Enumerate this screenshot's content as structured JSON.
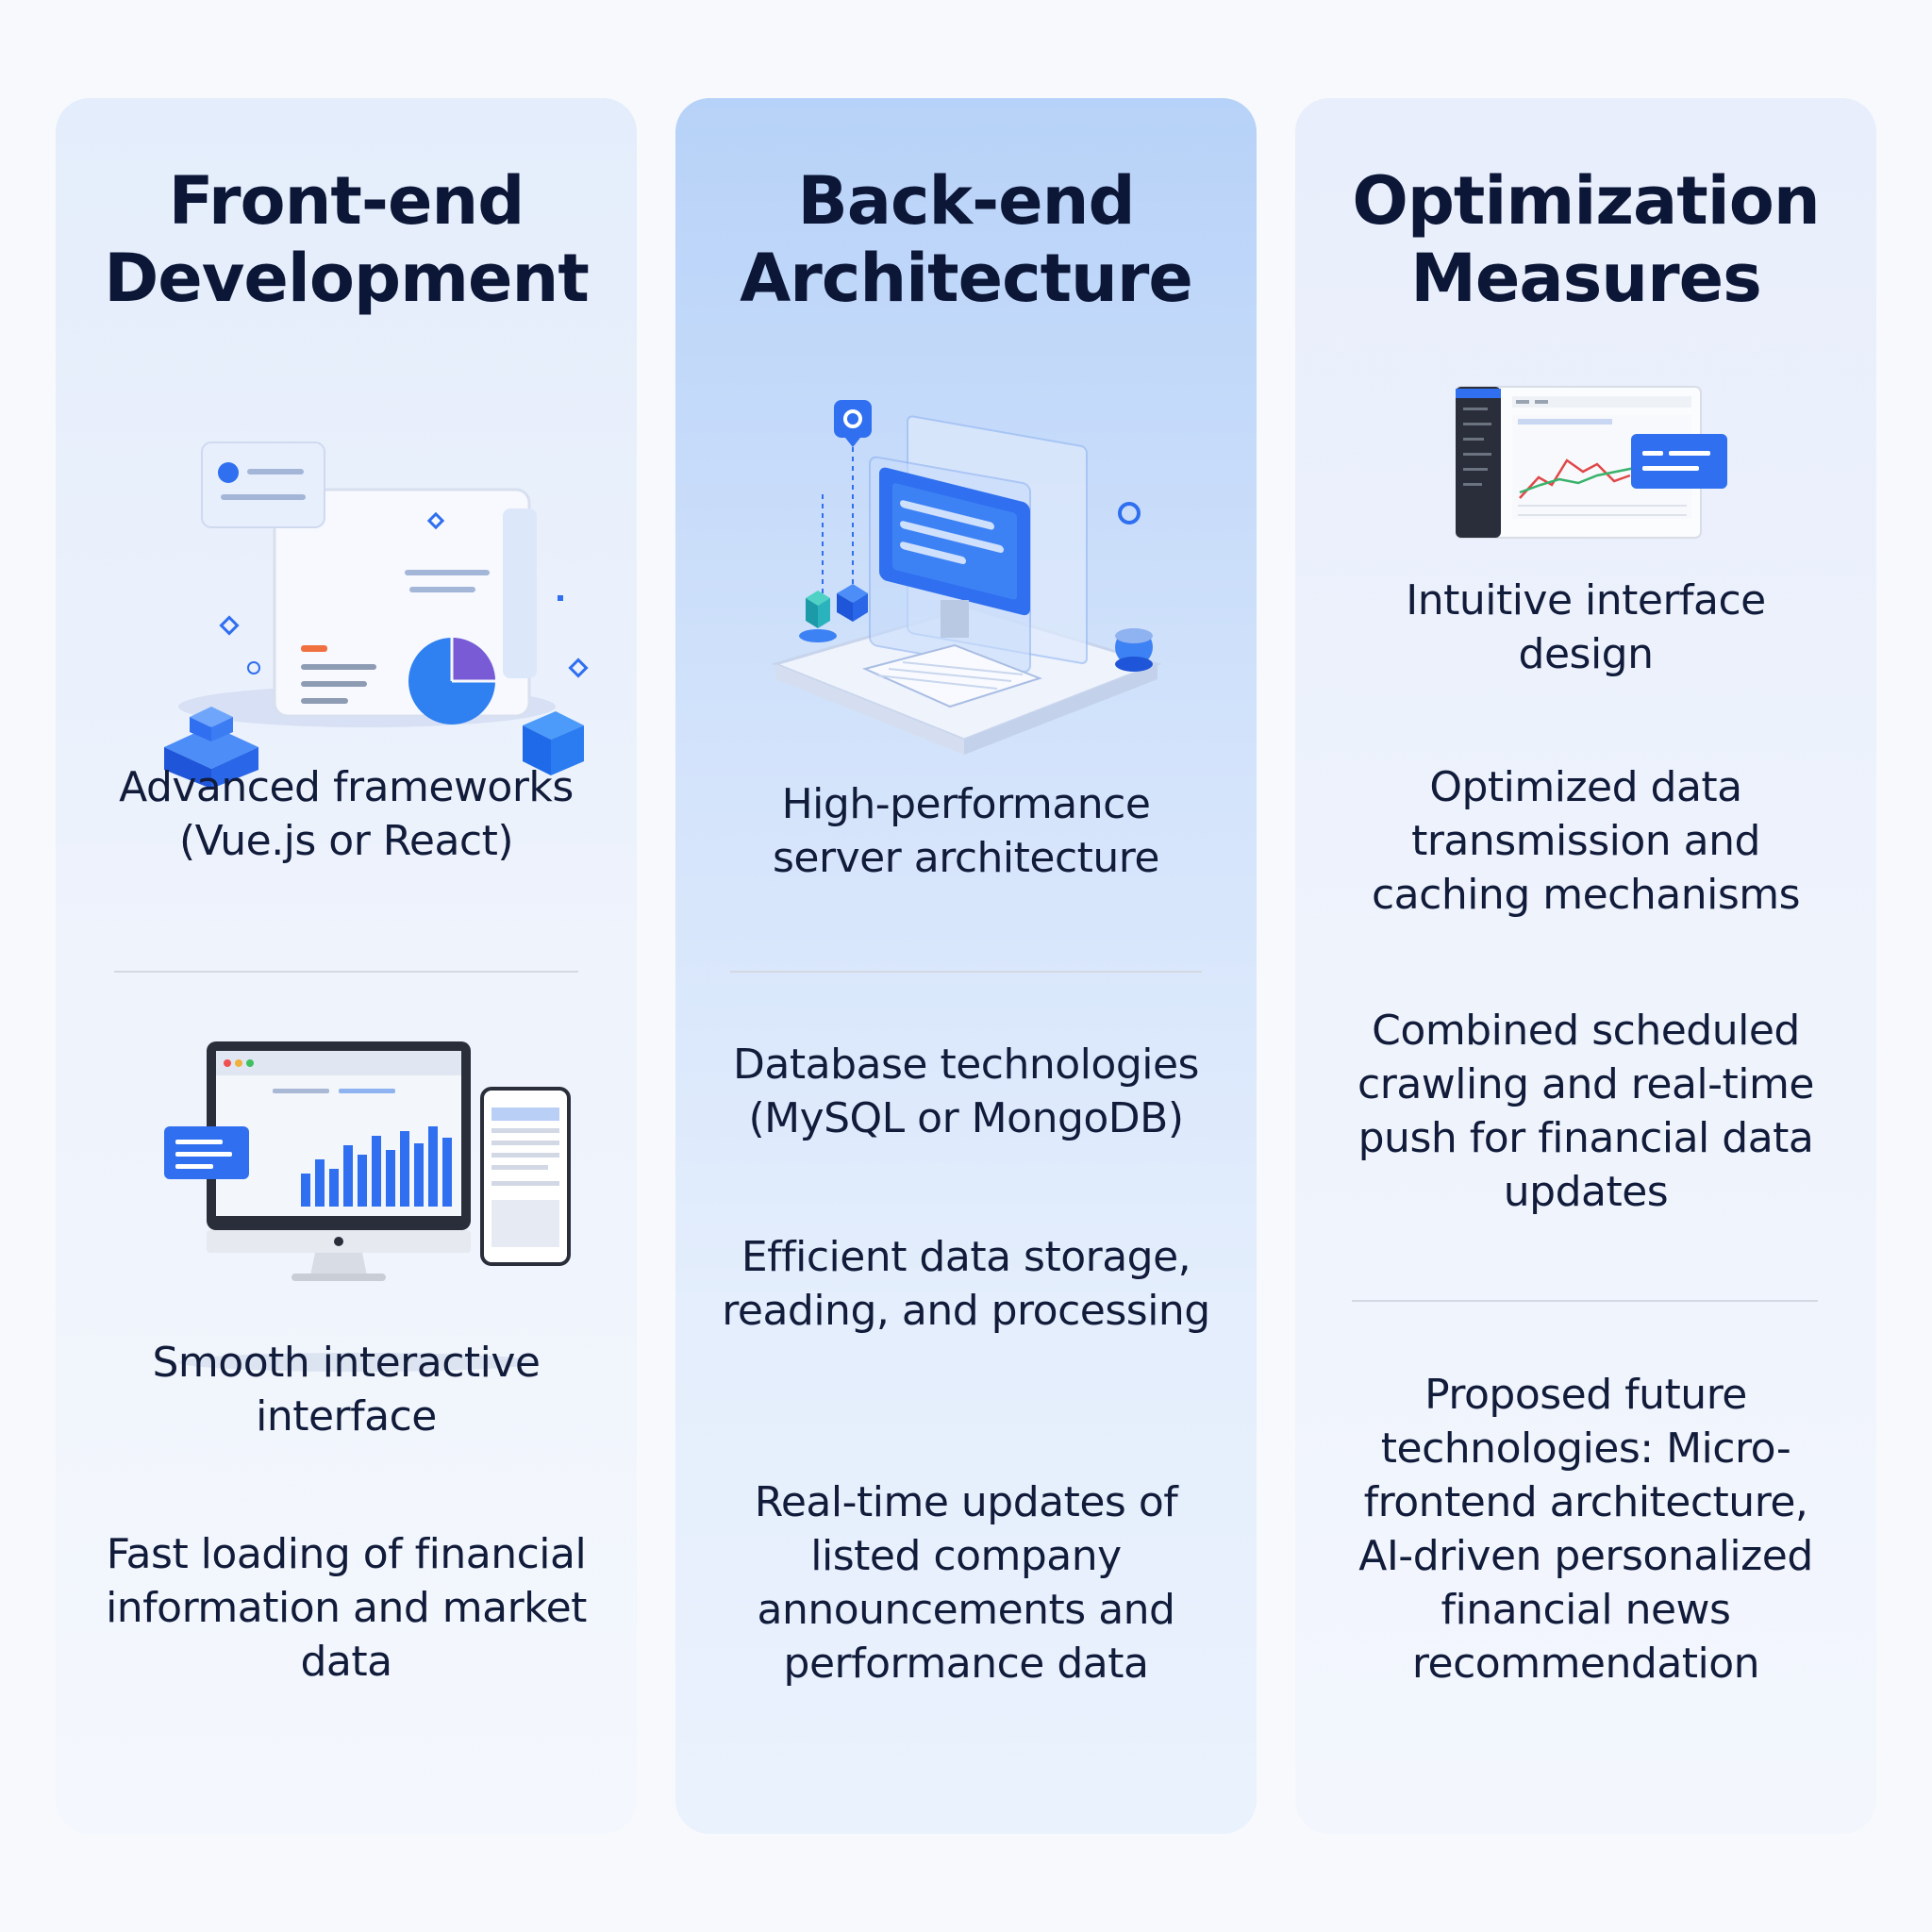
{
  "columns": [
    {
      "title_lines": [
        "Front-end",
        "Development"
      ],
      "items": [
        "Advanced frameworks (Vue.js or React)",
        "Smooth interactive interface",
        "Fast loading of financial information and market data"
      ],
      "icons": [
        "dashboard-illustration-icon",
        "monitor-phone-chart-icon"
      ]
    },
    {
      "title_lines": [
        "Back-end",
        "Architecture"
      ],
      "items": [
        "High-performance server architecture",
        "Database technologies (MySQL or MongoDB)",
        "Efficient data storage, reading, and processing",
        "Real-time updates of listed company announcements and performance data"
      ],
      "icons": [
        "server-computer-illustration-icon"
      ]
    },
    {
      "title_lines": [
        "Optimization",
        "Measures"
      ],
      "items": [
        "Intuitive interface design",
        "Optimized data transmission and caching mechanisms",
        "Combined scheduled crawling and real-time push for financial data updates",
        "Proposed future technologies: Micro-frontend architecture, AI-driven personalized financial news recommendation"
      ],
      "icons": [
        "analytics-screen-illustration-icon"
      ]
    }
  ],
  "colors": {
    "accent": "#2f6ff0",
    "title": "#0c1738",
    "divider": "#d3d8e2"
  }
}
